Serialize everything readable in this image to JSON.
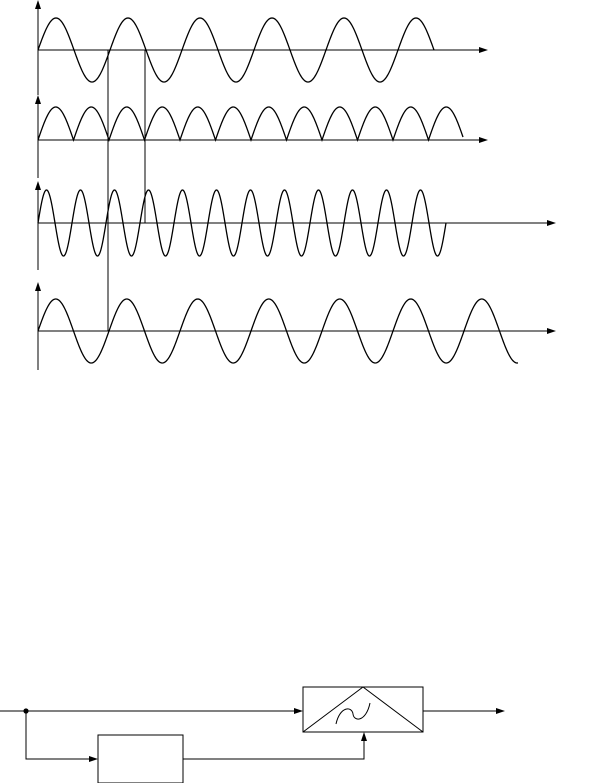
{
  "colors": {
    "ink": "#000000",
    "paper": "#ffffff"
  },
  "waveforms": [
    {
      "id": "carrier",
      "shape": "sine",
      "cycles": 5.7
    },
    {
      "id": "rectified",
      "shape": "abs-sine",
      "humps": 12
    },
    {
      "id": "doubled",
      "shape": "sine",
      "cycles": 12.3
    },
    {
      "id": "shifted",
      "shape": "sine",
      "cycles": 6.8
    }
  ],
  "block_diagram": {
    "blocks": [
      {
        "id": "block-left",
        "icon": "plain-box"
      },
      {
        "id": "block-right",
        "icon": "filter-tilde-icon"
      }
    ]
  }
}
